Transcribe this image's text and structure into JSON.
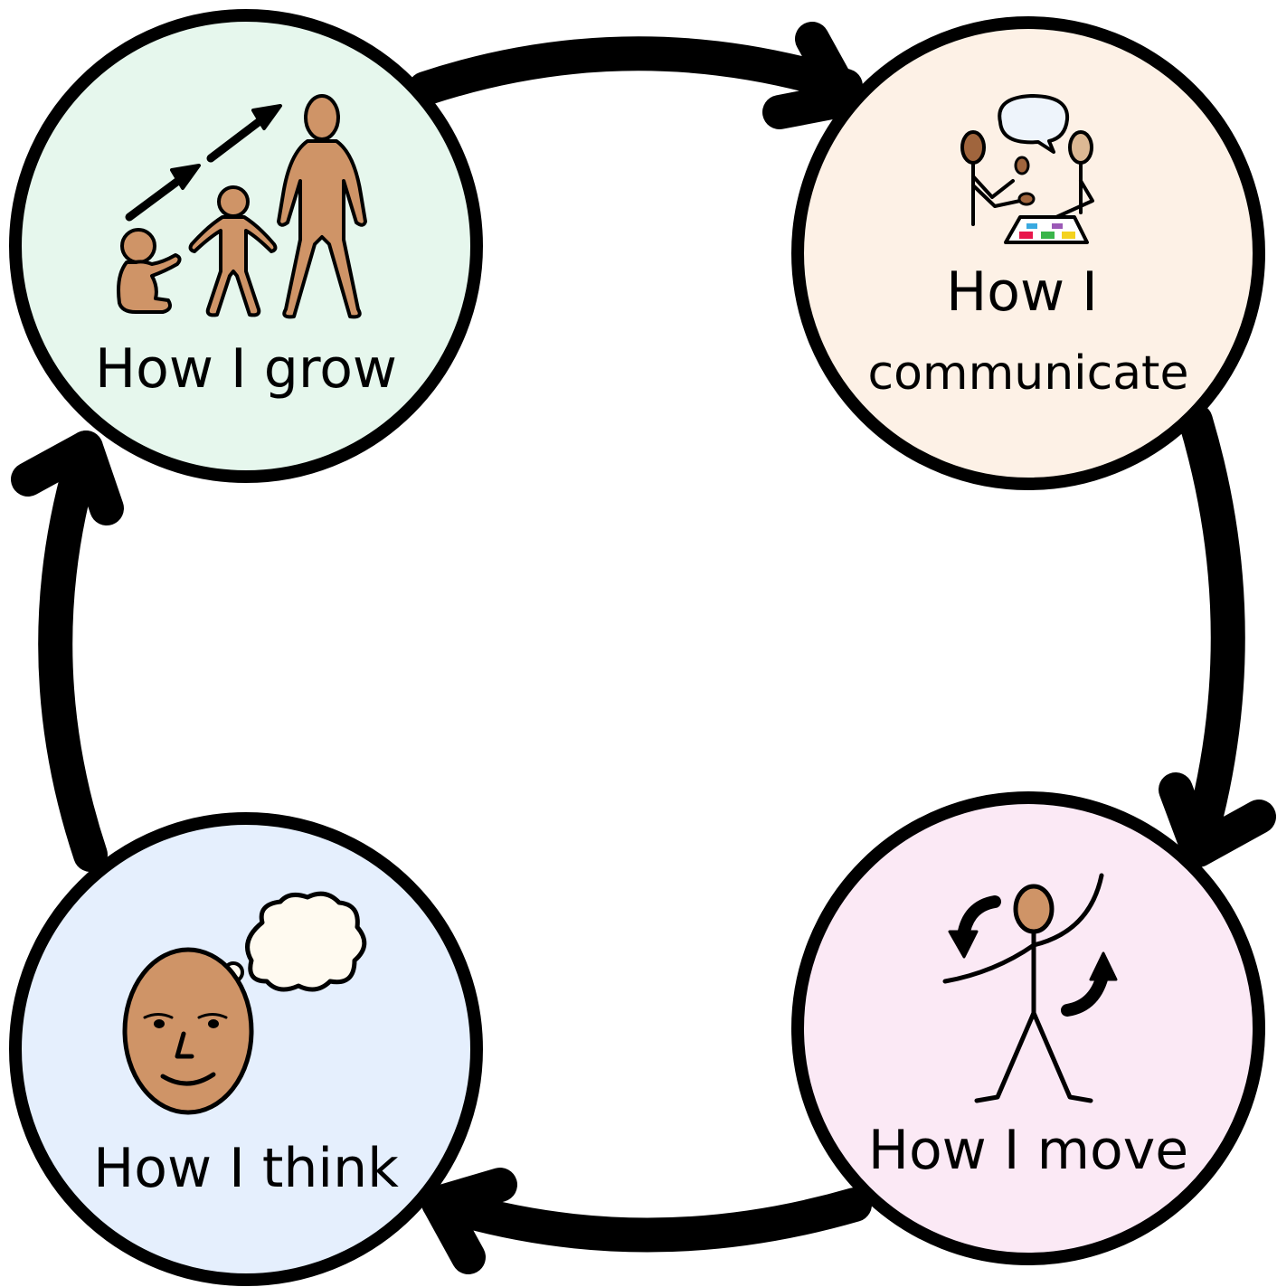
{
  "diagram": {
    "type": "cycle",
    "direction": "clockwise",
    "nodes": [
      {
        "id": "grow",
        "label_lines": [
          "How I grow"
        ],
        "fill": "#e6f7ed",
        "icon": "growth-stages-icon"
      },
      {
        "id": "communicate",
        "label_lines": [
          "How I",
          "communicate"
        ],
        "fill": "#fdf1e6",
        "icon": "communication-board-icon"
      },
      {
        "id": "move",
        "label_lines": [
          "How I move"
        ],
        "fill": "#fbe9f5",
        "icon": "dancing-person-icon"
      },
      {
        "id": "think",
        "label_lines": [
          "How I think"
        ],
        "fill": "#e5effd",
        "icon": "thinking-face-icon"
      }
    ],
    "edges": [
      {
        "from": "grow",
        "to": "communicate"
      },
      {
        "from": "communicate",
        "to": "move"
      },
      {
        "from": "move",
        "to": "think"
      },
      {
        "from": "think",
        "to": "grow"
      }
    ]
  },
  "colors": {
    "stroke": "#000000",
    "skin": "#cf9467",
    "skin_light": "#dcb894",
    "skin_dark": "#a0653d",
    "cloud": "#fffaf0",
    "bubble": "#eef4fb"
  }
}
